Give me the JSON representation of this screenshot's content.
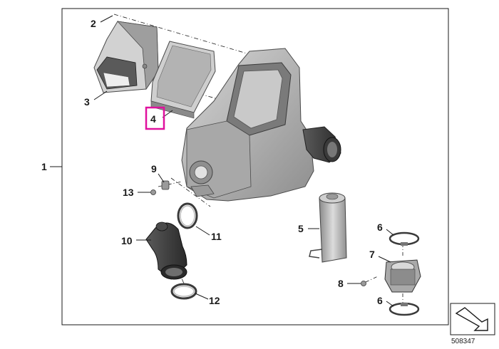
{
  "diagram": {
    "callouts": [
      {
        "id": "1",
        "text": "1"
      },
      {
        "id": "2",
        "text": "2"
      },
      {
        "id": "3",
        "text": "3"
      },
      {
        "id": "4",
        "text": "4"
      },
      {
        "id": "5",
        "text": "5"
      },
      {
        "id": "6a",
        "text": "6"
      },
      {
        "id": "6b",
        "text": "6"
      },
      {
        "id": "7",
        "text": "7"
      },
      {
        "id": "8",
        "text": "8"
      },
      {
        "id": "9",
        "text": "9"
      },
      {
        "id": "10",
        "text": "10"
      },
      {
        "id": "11",
        "text": "11"
      },
      {
        "id": "12",
        "text": "12"
      },
      {
        "id": "13",
        "text": "13"
      }
    ],
    "highlight_color": "#e0119e",
    "line_color": "#1a1a1a",
    "part_fill": "#b8b8b8",
    "drawing_number": "508347",
    "icon": "arrow-icon"
  }
}
